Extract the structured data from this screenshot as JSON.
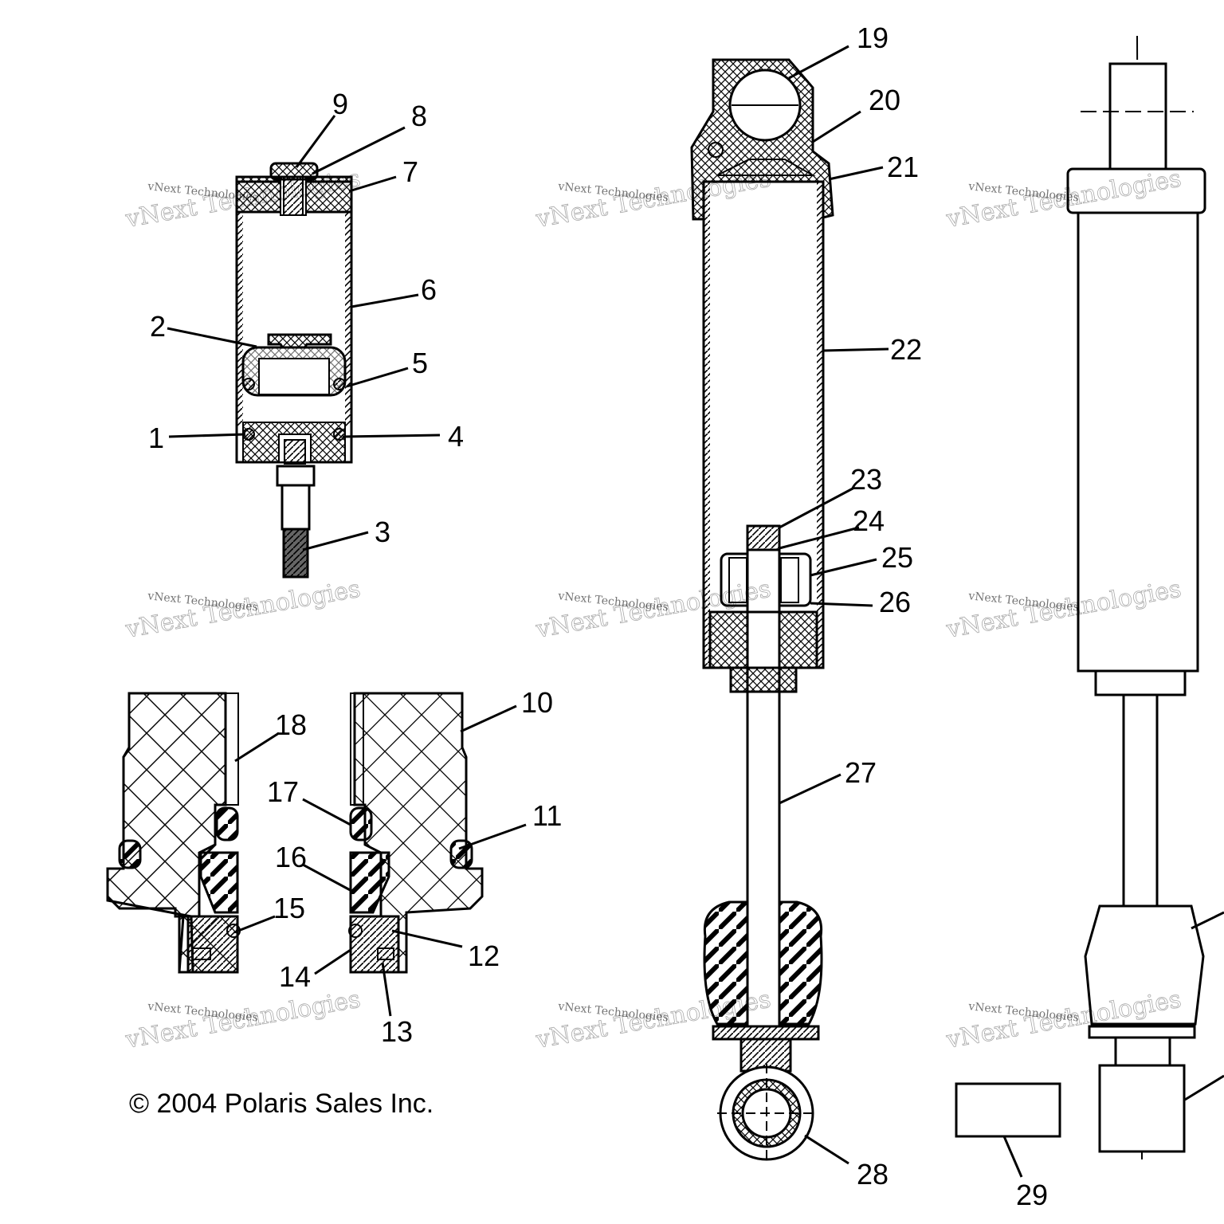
{
  "callouts": {
    "c1": "1",
    "c2": "2",
    "c3": "3",
    "c4": "4",
    "c5": "5",
    "c6": "6",
    "c7": "7",
    "c8": "8",
    "c9": "9",
    "c10": "10",
    "c11": "11",
    "c12": "12",
    "c13": "13",
    "c14": "14",
    "c15": "15",
    "c16": "16",
    "c17": "17",
    "c18": "18",
    "c19": "19",
    "c20": "20",
    "c21": "21",
    "c22": "22",
    "c23": "23",
    "c24": "24",
    "c25": "25",
    "c26": "26",
    "c27": "27",
    "c28": "28",
    "c29": "29"
  },
  "copyright": "© 2004 Polaris Sales Inc.",
  "watermark": {
    "small": "vNext Technologies",
    "big": "vNext Technologies"
  }
}
